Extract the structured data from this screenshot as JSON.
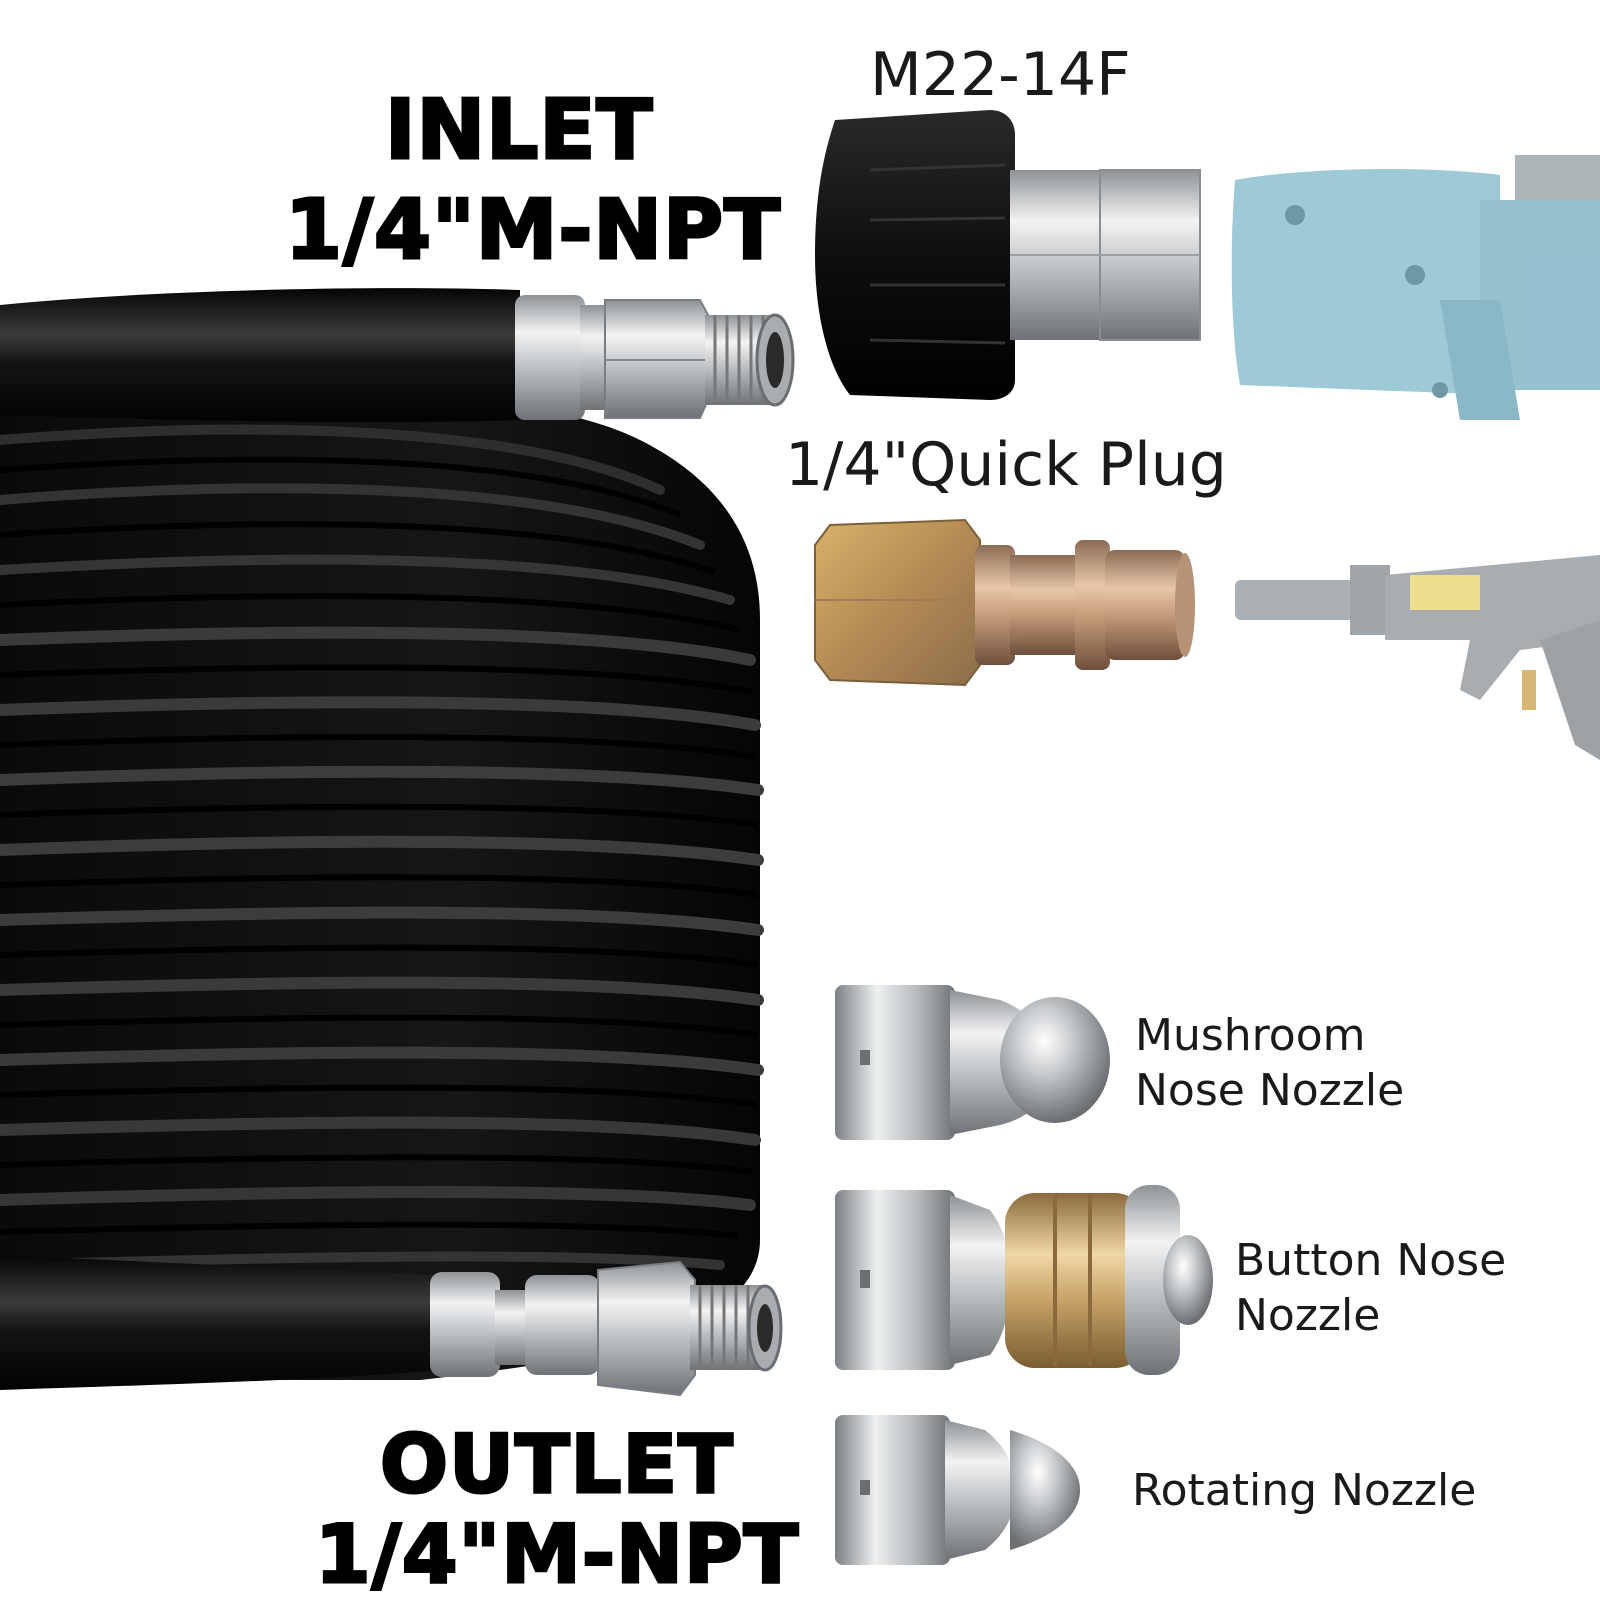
{
  "labels": {
    "inlet_title": "INLET",
    "inlet_thread": "1/4\"M-NPT",
    "outlet_title": "OUTLET",
    "outlet_thread": "1/4\"M-NPT",
    "adapter_m22": "M22-14F",
    "adapter_quick": "1/4\"Quick Plug",
    "nozzle_mushroom_line1": "Mushroom",
    "nozzle_mushroom_line2": "Nose Nozzle",
    "nozzle_button_line1": "Button Nose",
    "nozzle_button_line2": "Nozzle",
    "nozzle_rotating": "Rotating Nozzle"
  },
  "colors": {
    "hose": "#111111",
    "steel": "#b8bcc0",
    "brass": "#c9a46a",
    "pump": "#8fbfcf",
    "gun": "#9aa1a5"
  }
}
